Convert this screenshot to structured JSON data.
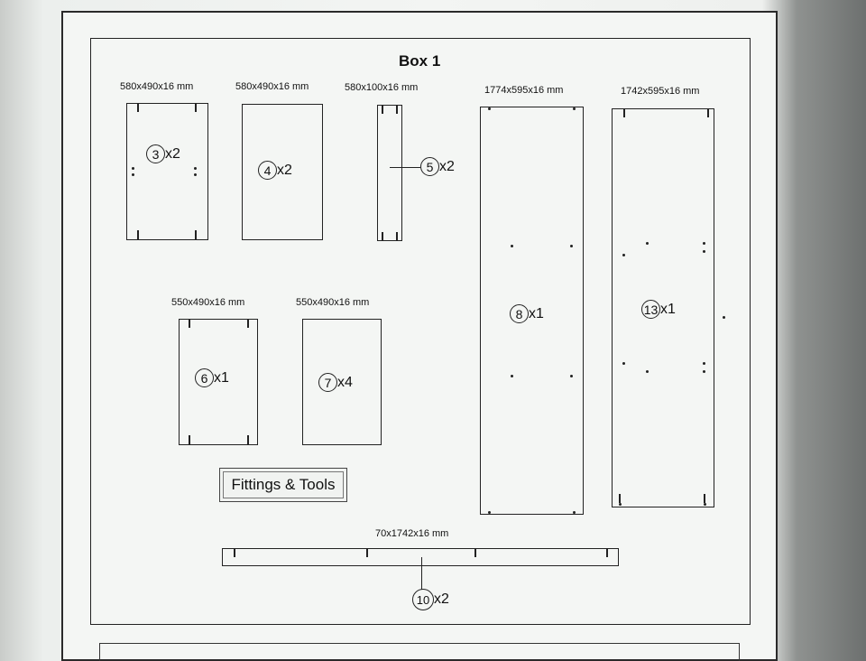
{
  "title": "Box 1",
  "parts": [
    {
      "id": "3",
      "qty": "x2",
      "dims": "580x490x16 mm"
    },
    {
      "id": "4",
      "qty": "x2",
      "dims": "580x490x16 mm"
    },
    {
      "id": "5",
      "qty": "x2",
      "dims": "580x100x16 mm"
    },
    {
      "id": "8",
      "qty": "x1",
      "dims": "1774x595x16 mm"
    },
    {
      "id": "13",
      "qty": "x1",
      "dims": "1742x595x16 mm"
    },
    {
      "id": "6",
      "qty": "x1",
      "dims": "550x490x16 mm"
    },
    {
      "id": "7",
      "qty": "x4",
      "dims": "550x490x16 mm"
    },
    {
      "id": "10",
      "qty": "x2",
      "dims": "70x1742x16 mm"
    }
  ],
  "fittings_button": "Fittings & Tools"
}
